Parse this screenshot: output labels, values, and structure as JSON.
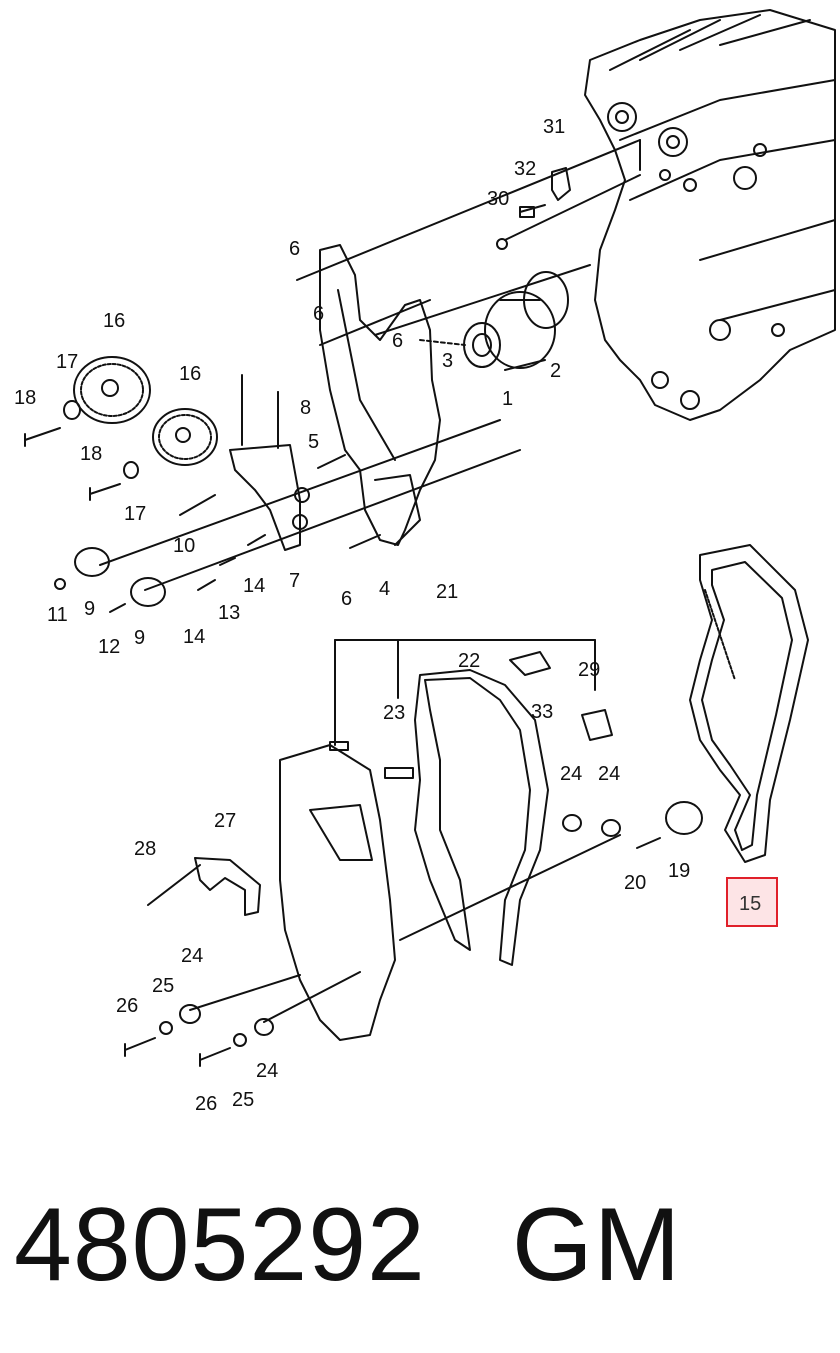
{
  "callouts": [
    {
      "id": "c31",
      "text": "31"
    },
    {
      "id": "c32",
      "text": "32"
    },
    {
      "id": "c30",
      "text": "30"
    },
    {
      "id": "c6a",
      "text": "6"
    },
    {
      "id": "c6b",
      "text": "6"
    },
    {
      "id": "c6c",
      "text": "6"
    },
    {
      "id": "c6d",
      "text": "6"
    },
    {
      "id": "c3",
      "text": "3"
    },
    {
      "id": "c2",
      "text": "2"
    },
    {
      "id": "c1",
      "text": "1"
    },
    {
      "id": "c16a",
      "text": "16"
    },
    {
      "id": "c16b",
      "text": "16"
    },
    {
      "id": "c17a",
      "text": "17"
    },
    {
      "id": "c17b",
      "text": "17"
    },
    {
      "id": "c18a",
      "text": "18"
    },
    {
      "id": "c18b",
      "text": "18"
    },
    {
      "id": "c8",
      "text": "8"
    },
    {
      "id": "c5",
      "text": "5"
    },
    {
      "id": "c10",
      "text": "10"
    },
    {
      "id": "c7",
      "text": "7"
    },
    {
      "id": "c4",
      "text": "4"
    },
    {
      "id": "c11",
      "text": "11"
    },
    {
      "id": "c9a",
      "text": "9"
    },
    {
      "id": "c9b",
      "text": "9"
    },
    {
      "id": "c12",
      "text": "12"
    },
    {
      "id": "c13",
      "text": "13"
    },
    {
      "id": "c14a",
      "text": "14"
    },
    {
      "id": "c14b",
      "text": "14"
    },
    {
      "id": "c21",
      "text": "21"
    },
    {
      "id": "c22",
      "text": "22"
    },
    {
      "id": "c23",
      "text": "23"
    },
    {
      "id": "c29",
      "text": "29"
    },
    {
      "id": "c33",
      "text": "33"
    },
    {
      "id": "c24a",
      "text": "24"
    },
    {
      "id": "c24b",
      "text": "24"
    },
    {
      "id": "c24c",
      "text": "24"
    },
    {
      "id": "c24d",
      "text": "24"
    },
    {
      "id": "c27",
      "text": "27"
    },
    {
      "id": "c28",
      "text": "28"
    },
    {
      "id": "c19",
      "text": "19"
    },
    {
      "id": "c20",
      "text": "20"
    },
    {
      "id": "c25a",
      "text": "25"
    },
    {
      "id": "c25b",
      "text": "25"
    },
    {
      "id": "c26a",
      "text": "26"
    },
    {
      "id": "c26b",
      "text": "26"
    }
  ],
  "highlight": {
    "text": "15",
    "color": "#e0202a",
    "fill": "#fde4e6"
  },
  "footer": {
    "part_number": "4805292",
    "brand": "GM"
  },
  "colors": {
    "line": "#111111",
    "background": "#ffffff"
  }
}
